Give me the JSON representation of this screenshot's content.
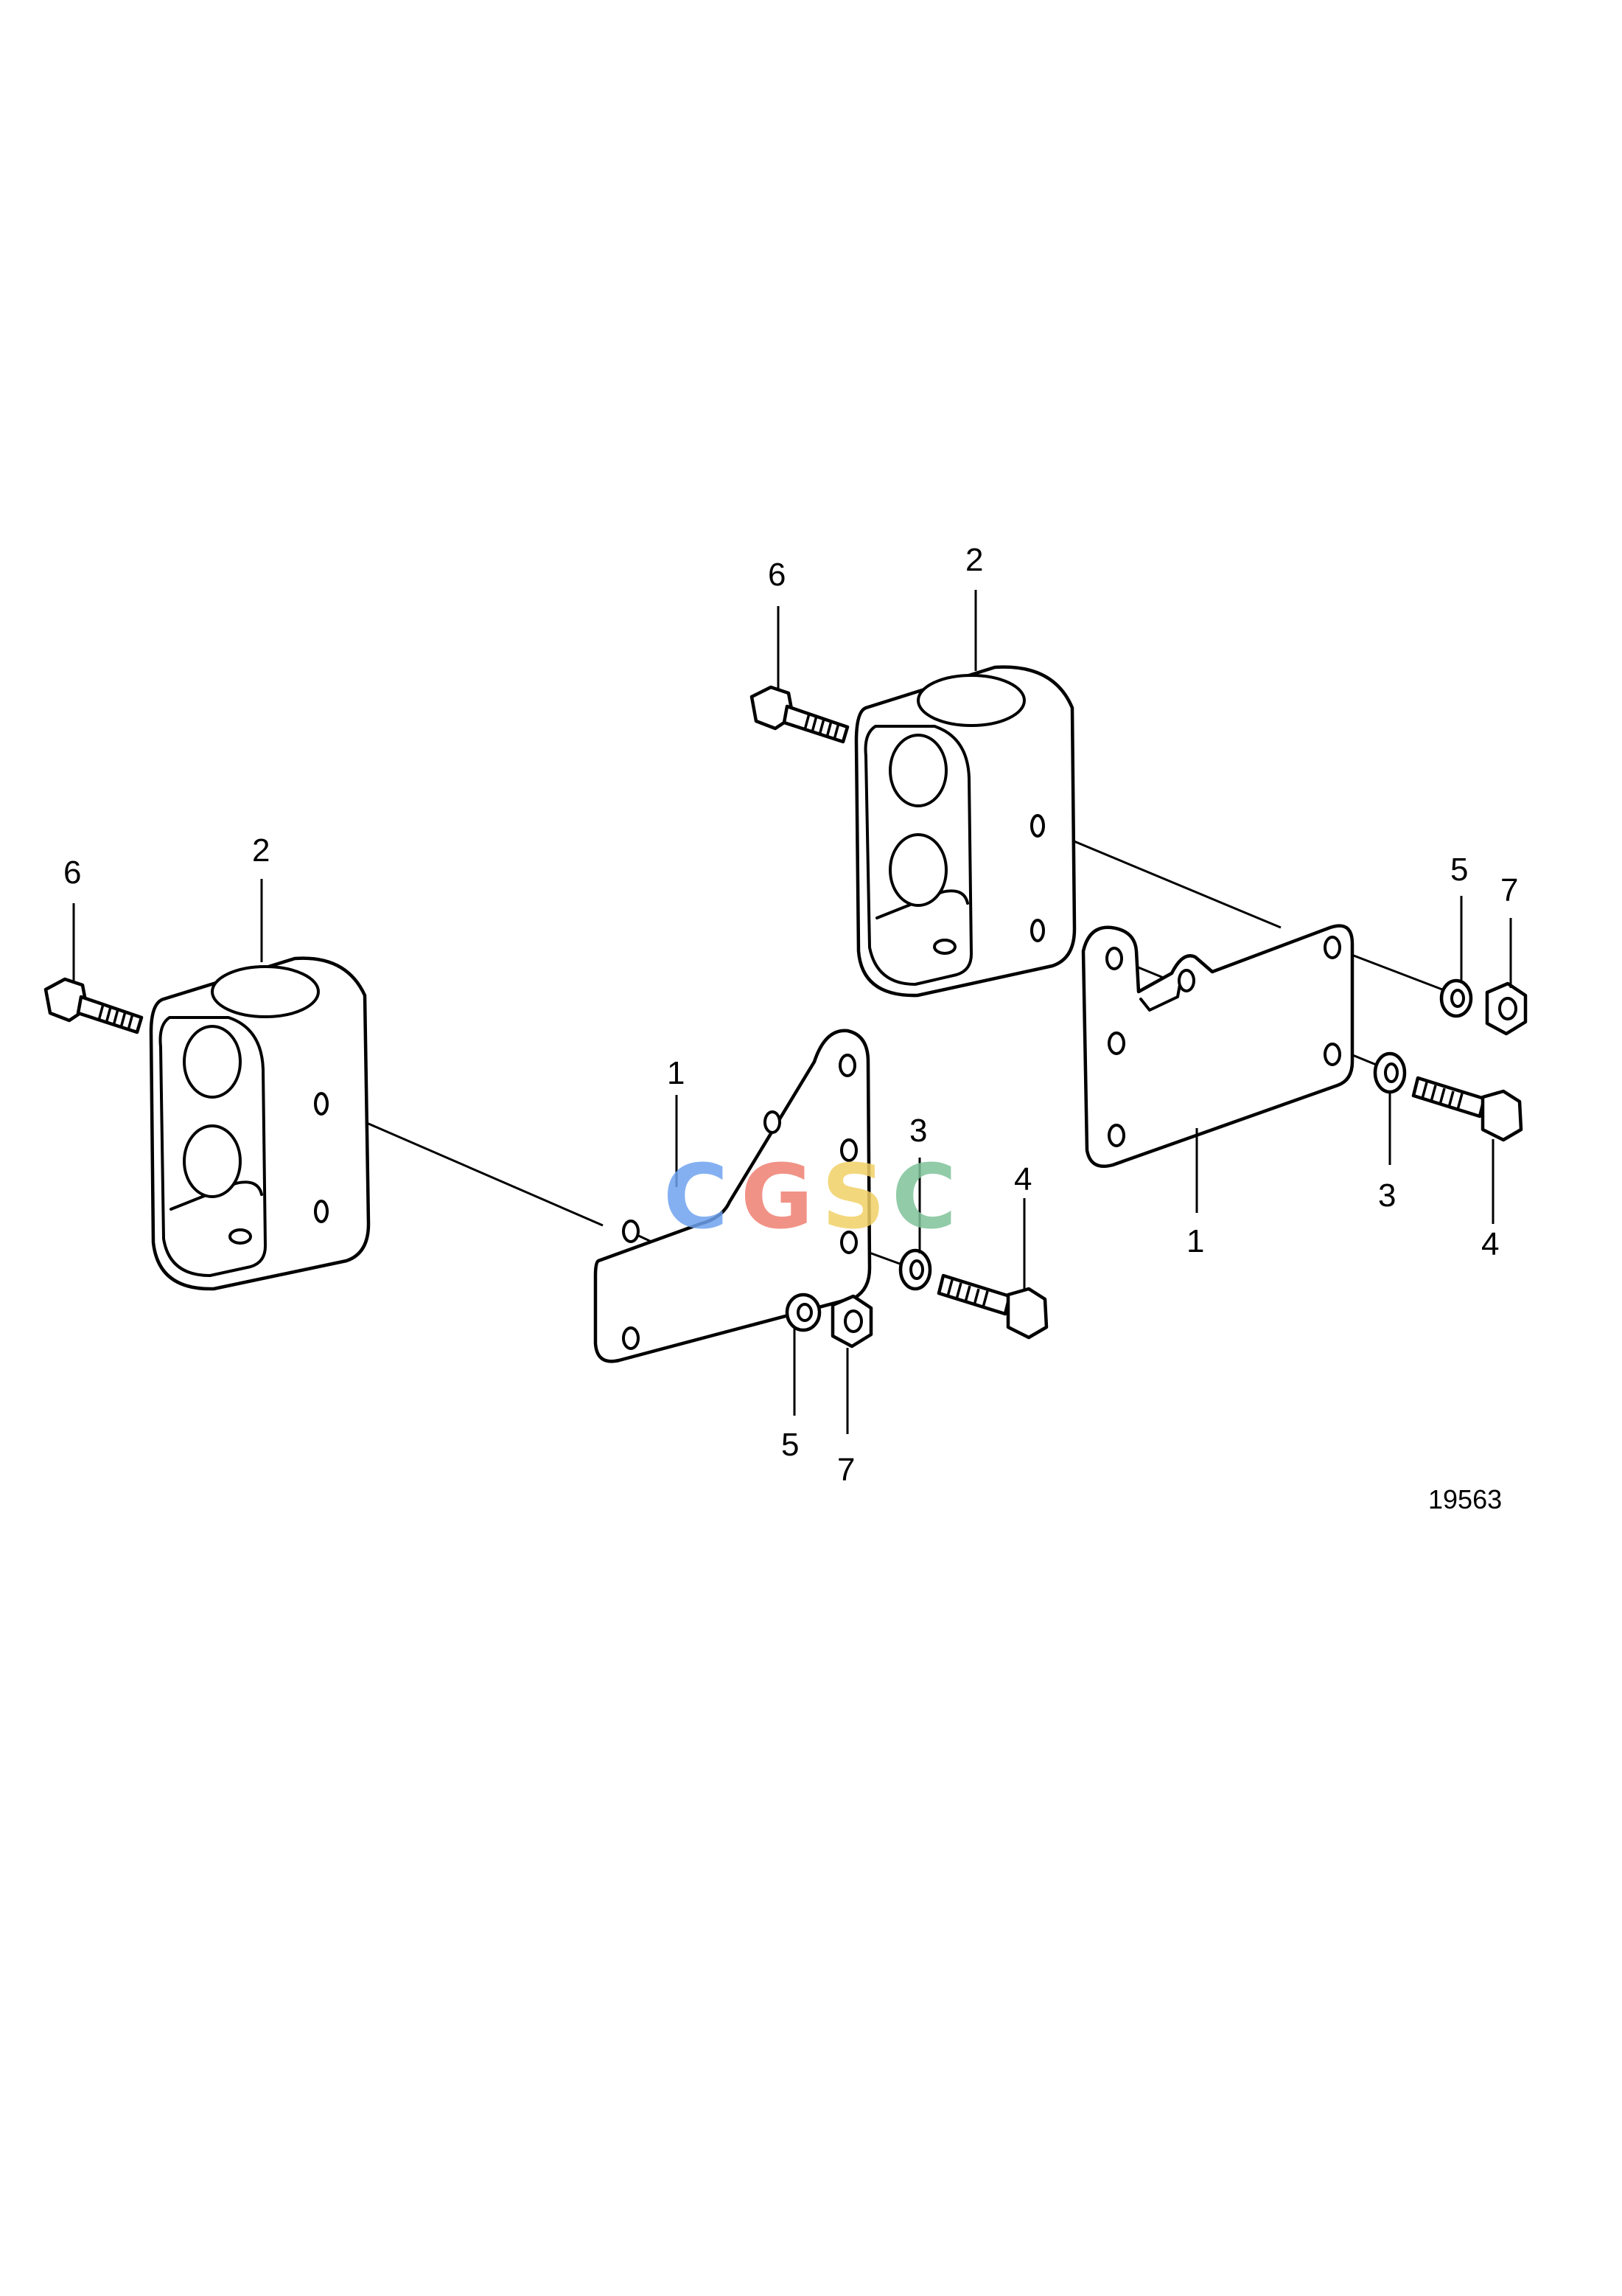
{
  "diagram": {
    "drawing_number": "19563",
    "watermark": {
      "letters": [
        {
          "char": "C",
          "color": "#6fa3f0"
        },
        {
          "char": "G",
          "color": "#ef7f72"
        },
        {
          "char": "S",
          "color": "#f2d166"
        },
        {
          "char": "C",
          "color": "#7fc39a"
        }
      ]
    },
    "callouts": {
      "left_assembly": {
        "part_1": "1",
        "part_2": "2",
        "part_3": "3",
        "part_4": "4",
        "part_5": "5",
        "part_6": "6",
        "part_7": "7"
      },
      "right_assembly": {
        "part_1": "1",
        "part_2": "2",
        "part_3": "3",
        "part_4": "4",
        "part_5": "5",
        "part_6": "6",
        "part_7": "7"
      }
    }
  }
}
